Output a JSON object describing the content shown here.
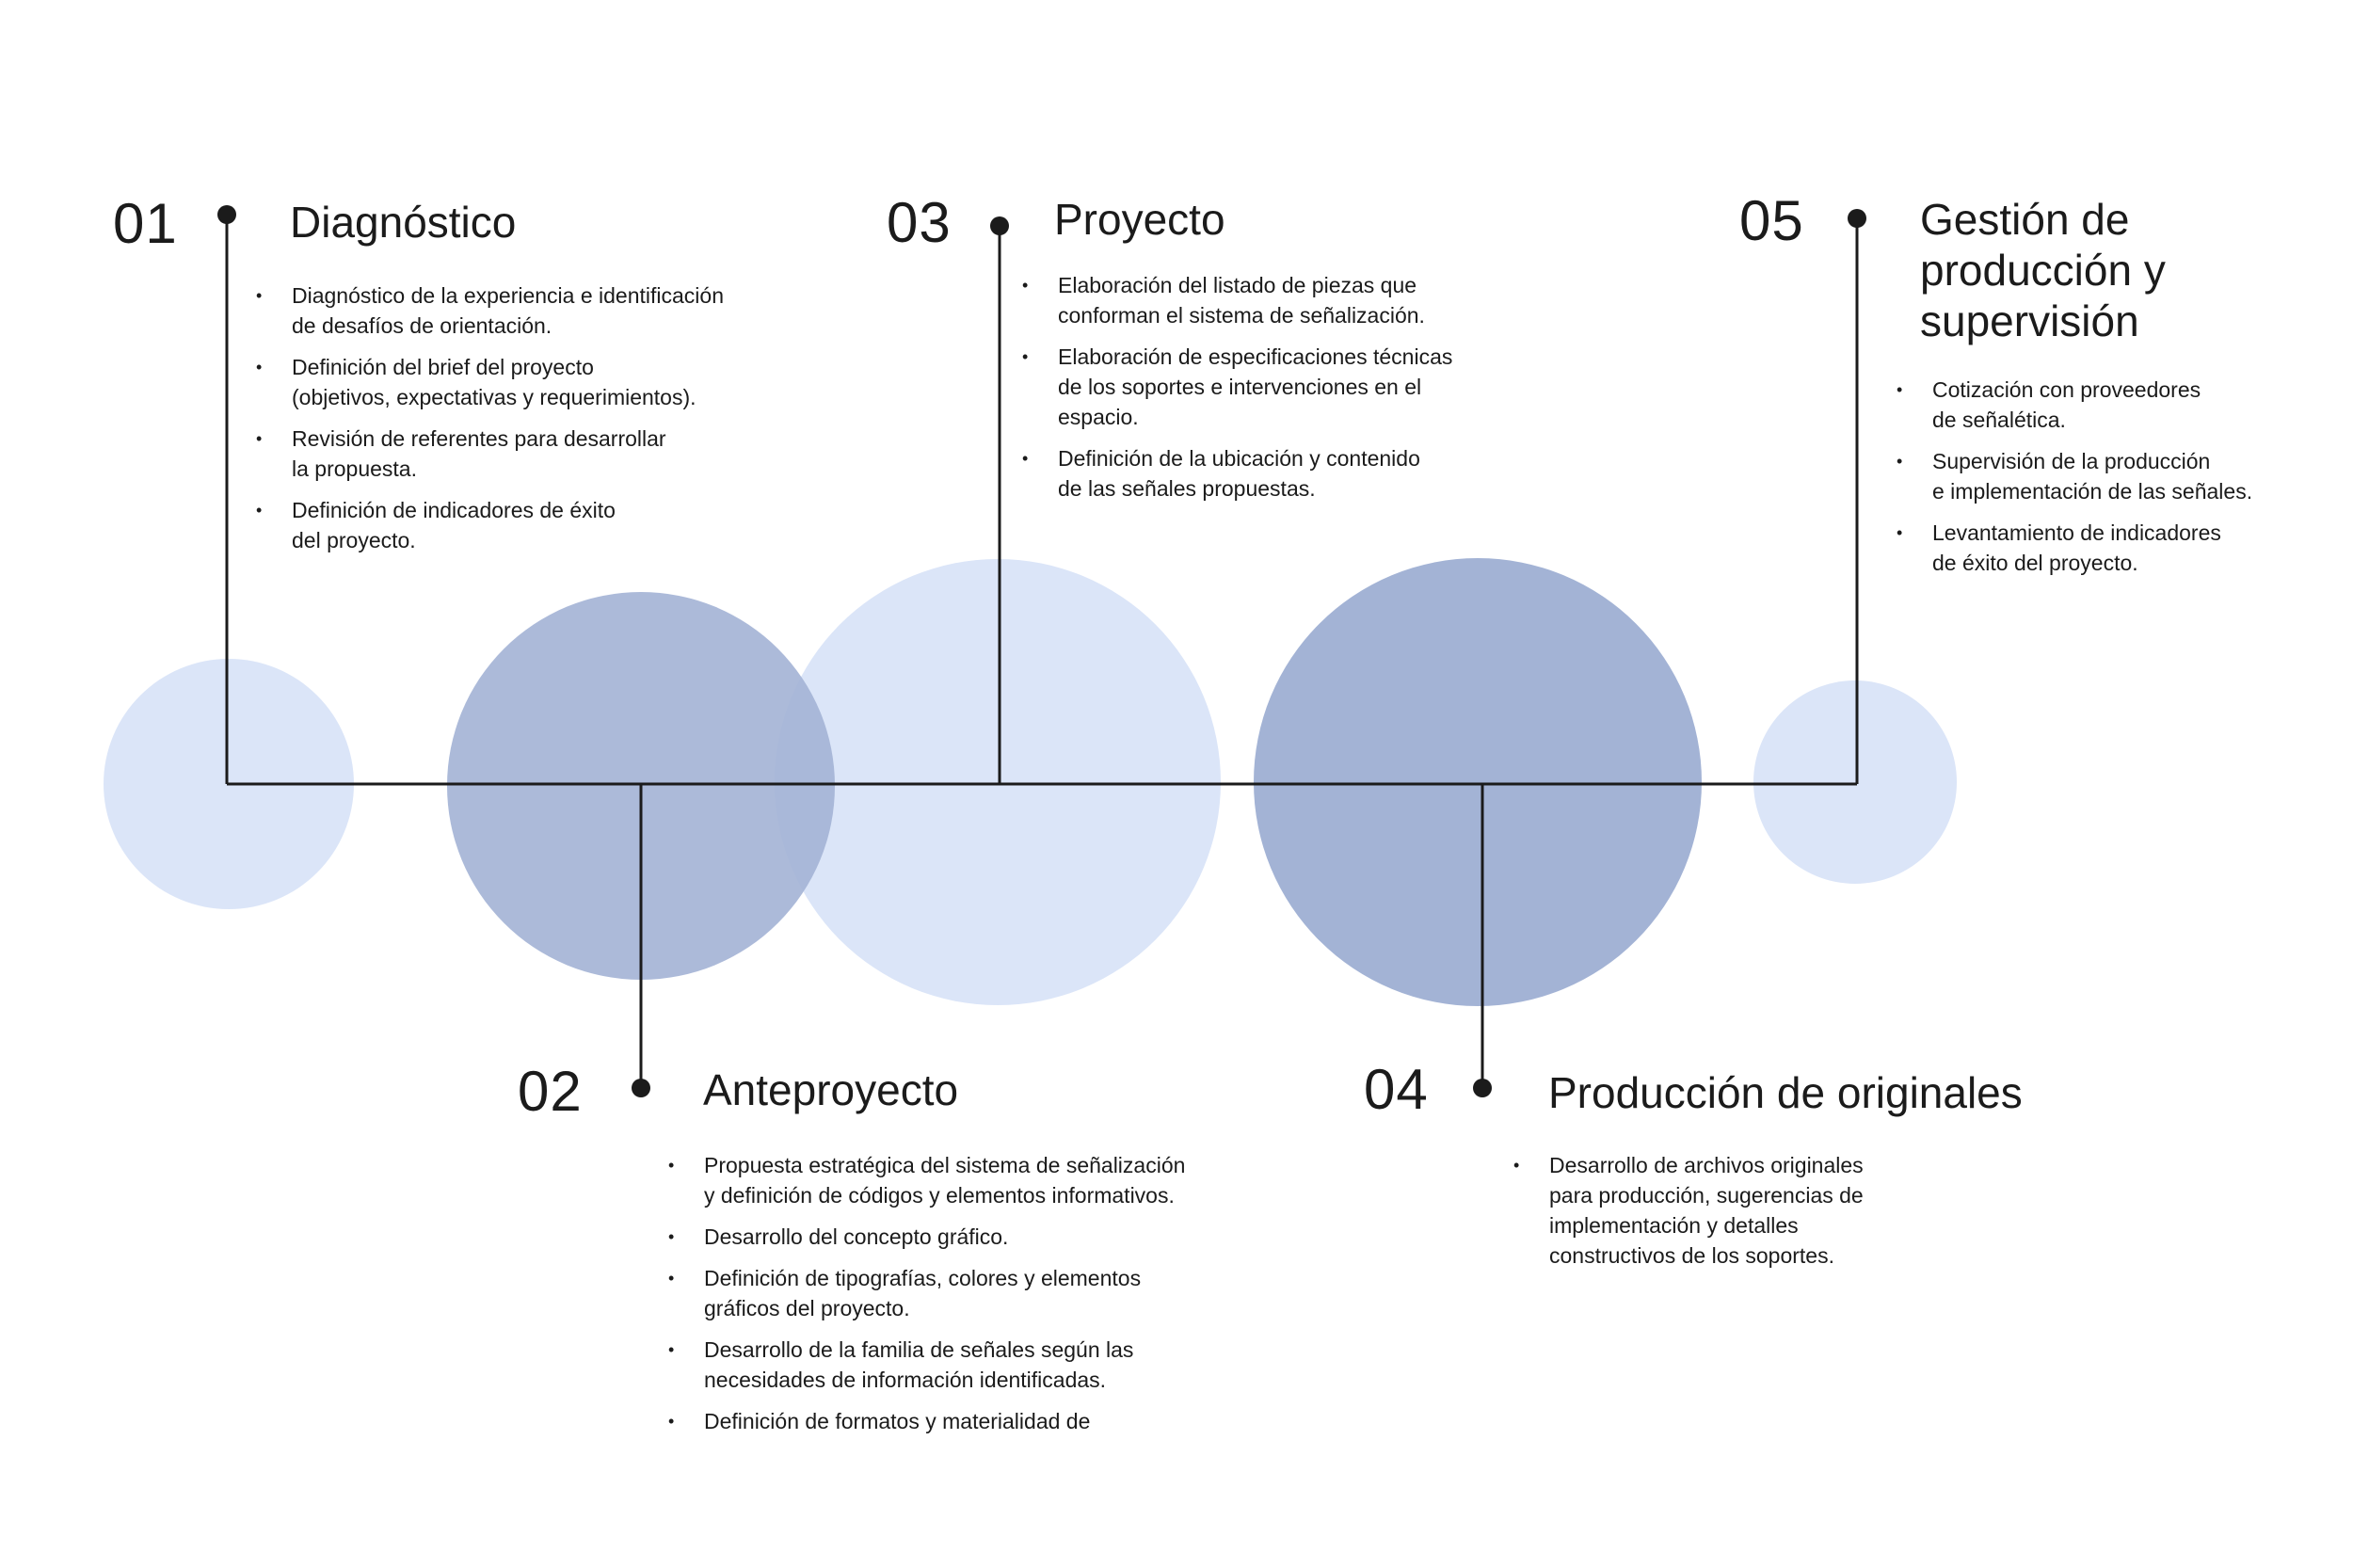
{
  "colors": {
    "circle_light": "#dbe5f8",
    "circle_dark": "#a3b3d5",
    "line": "#1b1b1b",
    "dot": "#1b1b1b",
    "text": "#1b1b1b"
  },
  "stages": [
    {
      "number": "01",
      "title": "Diagnóstico",
      "items": [
        "Diagnóstico de la experiencia e identificación\nde desafíos de orientación.",
        "Definición del brief del proyecto\n(objetivos, expectativas y requerimientos).",
        "Revisión de referentes para desarrollar\nla propuesta.",
        "Definición de indicadores de éxito\ndel proyecto."
      ]
    },
    {
      "number": "02",
      "title": "Anteproyecto",
      "items": [
        "Propuesta estratégica del sistema de señalización\ny definición de códigos y elementos informativos.",
        "Desarrollo del concepto gráfico.",
        "Definición de tipografías, colores y elementos\ngráficos del proyecto.",
        "Desarrollo de la familia de señales según las\nnecesidades de información identificadas.",
        "Definición de formatos y materialidad de"
      ]
    },
    {
      "number": "03",
      "title": "Proyecto",
      "items": [
        "Elaboración del listado de piezas que\nconforman el sistema de señalización.",
        "Elaboración de especificaciones técnicas\nde los soportes e intervenciones en el\nespacio.",
        "Definición de la ubicación y contenido\nde las señales propuestas."
      ]
    },
    {
      "number": "04",
      "title": "Producción de originales",
      "items": [
        "Desarrollo de archivos originales\npara producción, sugerencias de\nimplementación y detalles\nconstructivos de los soportes."
      ]
    },
    {
      "number": "05",
      "title": "Gestión de producción y supervisión",
      "items": [
        "Cotización con proveedores\nde señalética.",
        "Supervisión de la producción\ne implementación de las señales.",
        "Levantamiento de indicadores\nde éxito del proyecto."
      ]
    }
  ]
}
